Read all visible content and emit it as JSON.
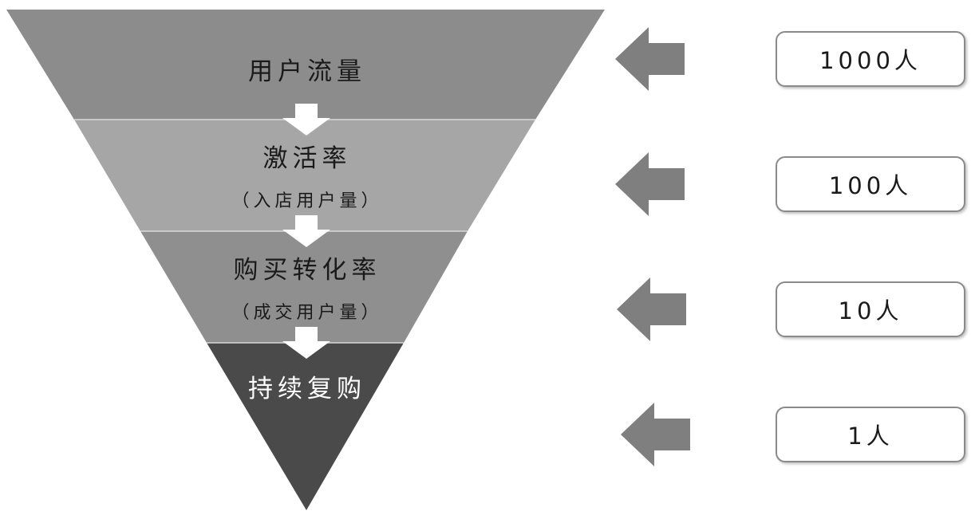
{
  "stages": [
    {
      "title": "用户流量",
      "subtitle": ""
    },
    {
      "title": "激活率",
      "subtitle": "（入店用户量）"
    },
    {
      "title": "购买转化率",
      "subtitle": "（成交用户量）"
    },
    {
      "title": "持续复购",
      "subtitle": ""
    }
  ],
  "counts": [
    "1000人",
    "100人",
    "10人",
    "1人"
  ],
  "colors": {
    "stage1": "#8c8c8c",
    "stage2": "#a6a6a6",
    "stage3": "#8f8f8f",
    "stage4": "#4a4a4a",
    "arrow": "#7f7f7f",
    "down_arrow": "#ffffff"
  }
}
